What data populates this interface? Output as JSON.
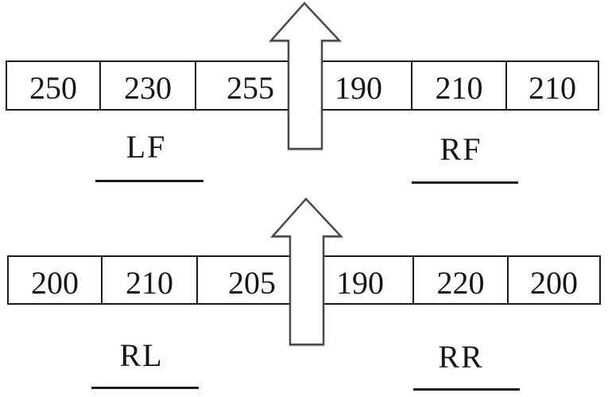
{
  "diagram": {
    "background_color": "#ffffff",
    "line_color": "#1c1c1c",
    "arrow": {
      "icon": "up-arrow-icon",
      "stroke_color": "#4a4a4a",
      "fill_color": "#ffffff"
    },
    "top_bar": {
      "cells": [
        "250",
        "230",
        "255",
        "190",
        "210",
        "210"
      ],
      "left_label": "LF",
      "right_label": "RF"
    },
    "bottom_bar": {
      "cells": [
        "200",
        "210",
        "205",
        "190",
        "220",
        "200"
      ],
      "left_label": "RL",
      "right_label": "RR"
    }
  }
}
